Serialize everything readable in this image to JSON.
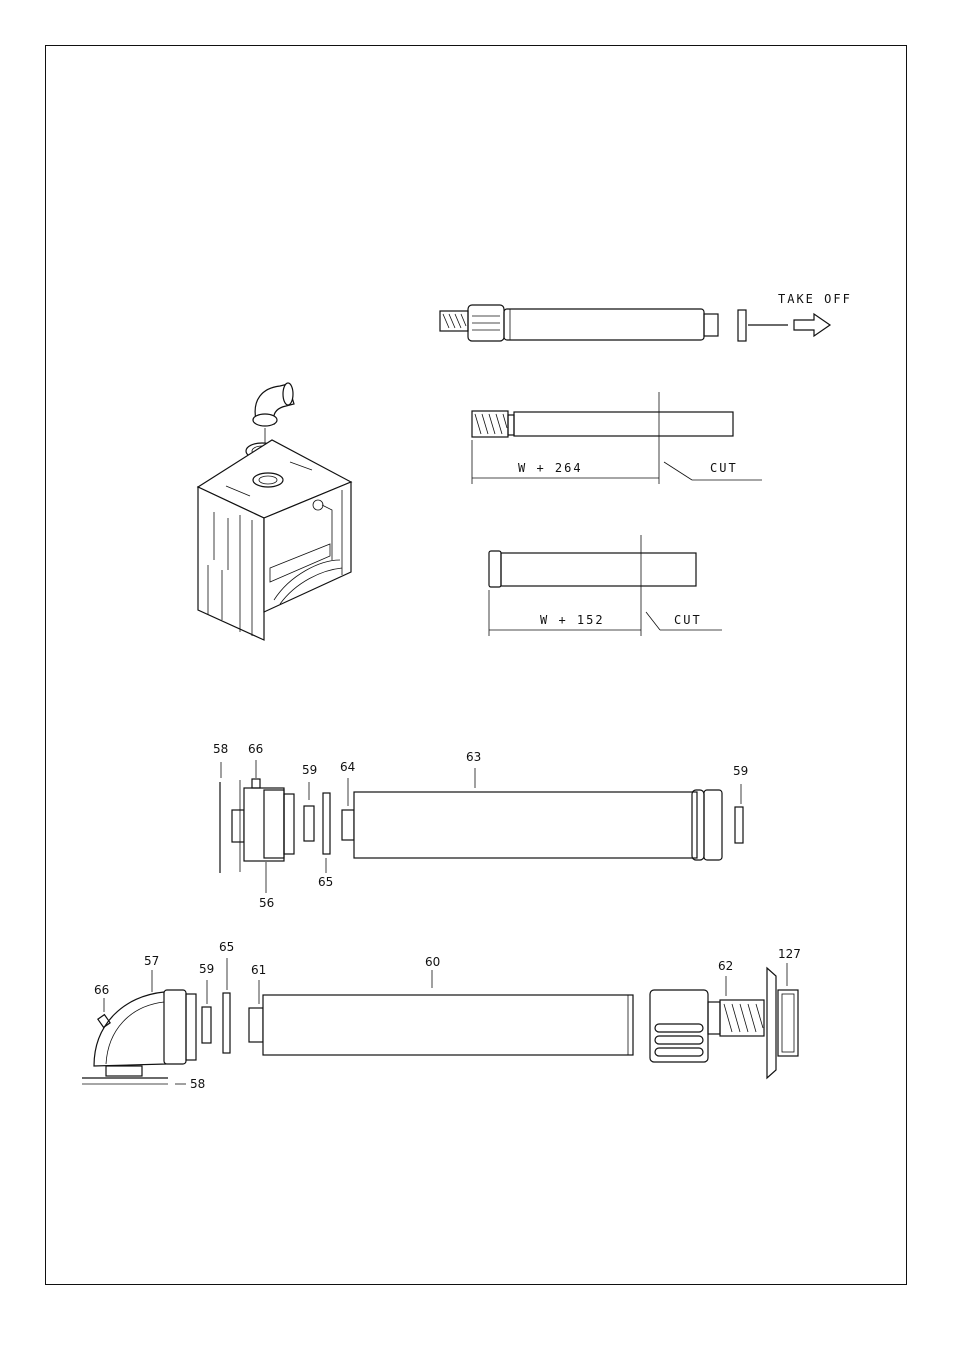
{
  "instructions": {
    "take_off": "TAKE  OFF",
    "cut_1": "CUT",
    "cut_2": "CUT",
    "dim_1": "W + 264",
    "dim_2": "W + 152"
  },
  "parts": {
    "p58a": "58",
    "p66a": "66",
    "p59a": "59",
    "p64": "64",
    "p63": "63",
    "p59b": "59",
    "p65a": "65",
    "p56": "56",
    "p57": "57",
    "p66b": "66",
    "p59c": "59",
    "p65b": "65",
    "p61": "61",
    "p60": "60",
    "p62": "62",
    "p127": "127",
    "p58b": "58"
  }
}
